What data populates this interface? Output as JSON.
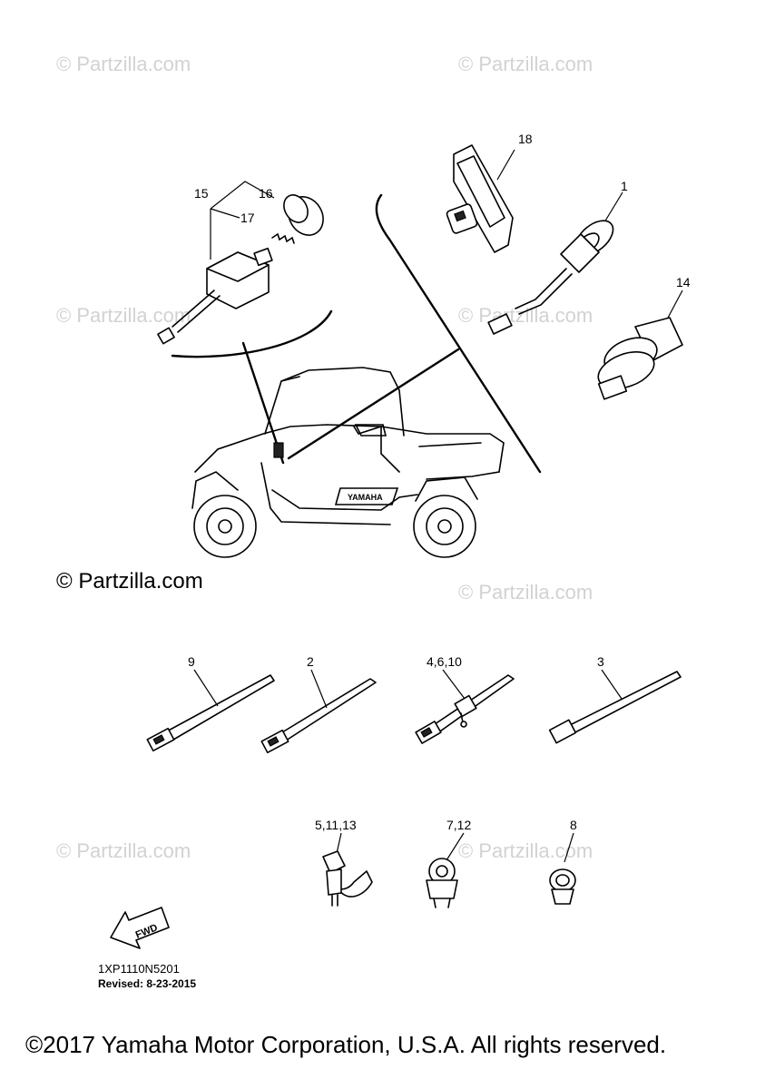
{
  "watermarks": [
    "© Partzilla.com",
    "© Partzilla.com",
    "© Partzilla.com",
    "© Partzilla.com",
    "© Partzilla.com",
    "© Partzilla.com",
    "© Partzilla.com",
    "© Partzilla.com"
  ],
  "main_watermark": "© Partzilla.com",
  "callouts": {
    "c15": "15",
    "c16": "16",
    "c17": "17",
    "c18": "18",
    "c1": "1",
    "c14": "14",
    "c9": "9",
    "c2": "2",
    "c4610": "4,6,10",
    "c3": "3",
    "c51113": "5,11,13",
    "c712": "7,12",
    "c8": "8"
  },
  "fwd_label": "FWD",
  "diagram_code": "1XP1110N5201",
  "revised": "Revised: 8-23-2015",
  "vehicle_badge": "YAMAHA",
  "copyright": "©2017 Yamaha Motor Corporation, U.S.A. All rights reserved."
}
